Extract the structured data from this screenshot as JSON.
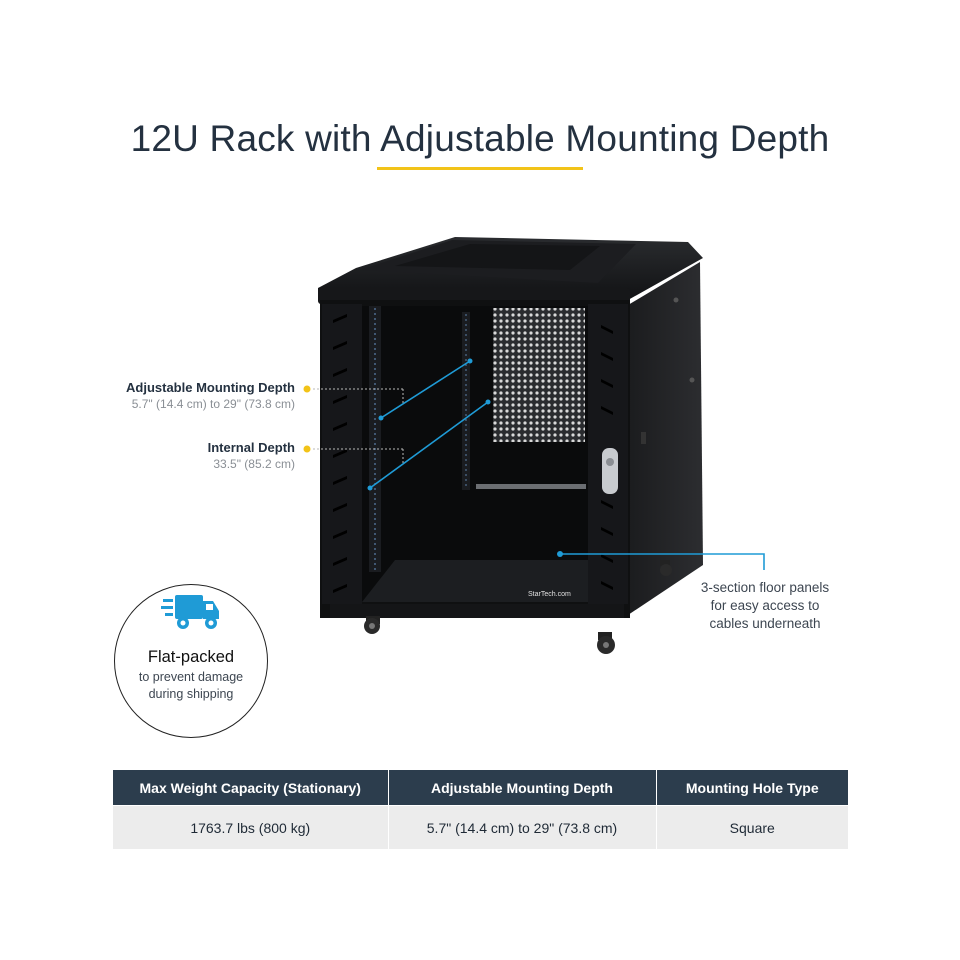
{
  "title": "12U Rack with Adjustable Mounting Depth",
  "brand_label": "StarTech.com",
  "colors": {
    "accent_yellow": "#f2c318",
    "callout_blue": "#1f9bd6",
    "table_header": "#2c3d4d",
    "table_row": "#ececec",
    "badge_icon": "#1f9bd6"
  },
  "callouts": [
    {
      "head": "Adjustable Mounting Depth",
      "sub": "5.7\" (14.4 cm) to 29\" (73.8 cm)"
    },
    {
      "head": "Internal Depth",
      "sub": "33.5\" (85.2 cm)"
    }
  ],
  "floor_note": {
    "line1": "3-section floor panels",
    "line2": "for easy access to",
    "line3": "cables underneath"
  },
  "badge": {
    "icon": "delivery-truck-icon",
    "head": "Flat-packed",
    "sub1": "to prevent damage",
    "sub2": "during shipping"
  },
  "table": {
    "headers": [
      "Max Weight Capacity (Stationary)",
      "Adjustable Mounting  Depth",
      "Mounting Hole Type"
    ],
    "row": [
      "1763.7 lbs (800 kg)",
      "5.7\" (14.4 cm) to 29\" (73.8 cm)",
      "Square"
    ]
  }
}
